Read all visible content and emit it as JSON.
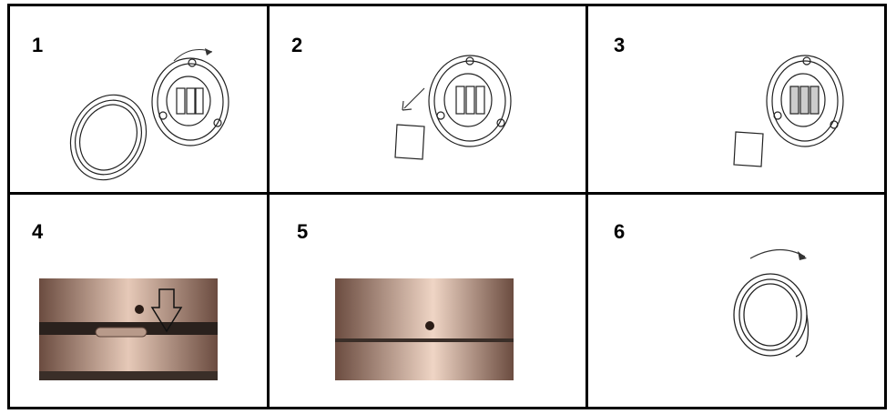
{
  "steps": [
    {
      "number": "1"
    },
    {
      "number": "2"
    },
    {
      "number": "3"
    },
    {
      "number": "4"
    },
    {
      "number": "5"
    },
    {
      "number": "6"
    }
  ],
  "colors": {
    "border": "#000000",
    "metal_light": "#d8b8a6",
    "metal_dark": "#7a5c4e"
  }
}
